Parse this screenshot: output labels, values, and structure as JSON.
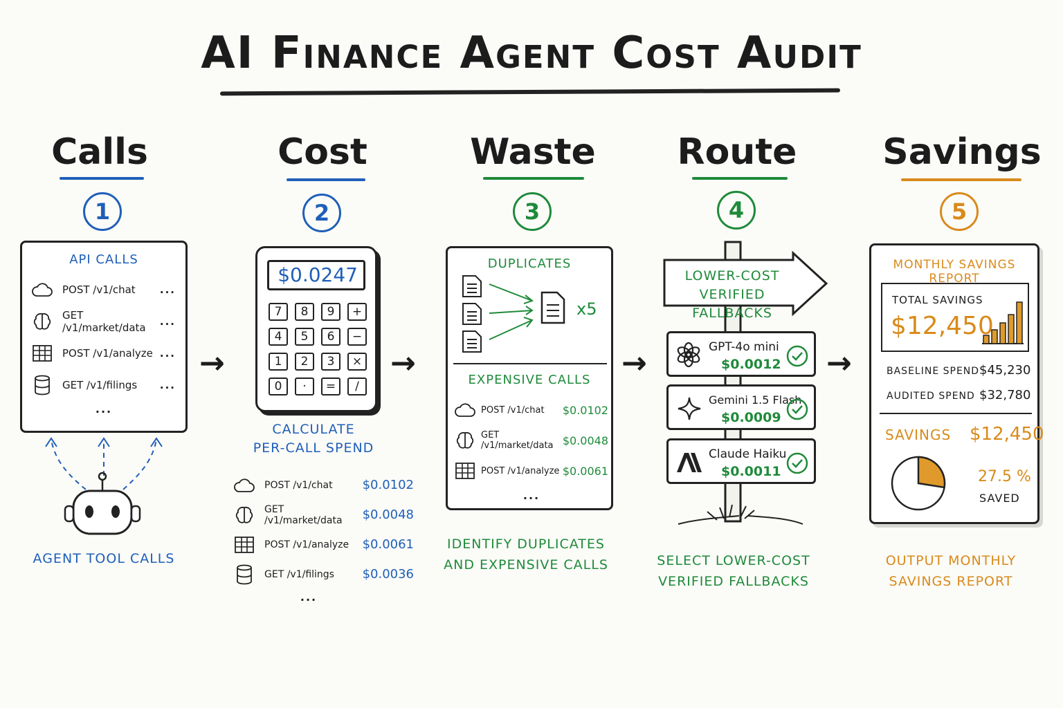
{
  "title": "AI Finance Agent Cost Audit",
  "steps": [
    {
      "title": "Calls",
      "number": "1",
      "caption": "AGENT TOOL CALLS"
    },
    {
      "title": "Cost",
      "number": "2",
      "caption_line1": "CALCULATE",
      "caption_line2": "PER-CALL SPEND"
    },
    {
      "title": "Waste",
      "number": "3",
      "caption_line1": "IDENTIFY DUPLICATES",
      "caption_line2": "AND EXPENSIVE CALLS"
    },
    {
      "title": "Route",
      "number": "4",
      "caption_line1": "SELECT LOWER-COST",
      "caption_line2": "VERIFIED FALLBACKS"
    },
    {
      "title": "Savings",
      "number": "5",
      "caption_line1": "OUTPUT MONTHLY",
      "caption_line2": "SAVINGS REPORT"
    }
  ],
  "api_calls": {
    "heading": "API CALLS",
    "items": [
      {
        "icon": "cloud-icon",
        "label": "POST /v1/chat",
        "more": "..."
      },
      {
        "icon": "brain-icon",
        "label": "GET /v1/market/data",
        "more": "..."
      },
      {
        "icon": "table-icon",
        "label": "POST /v1/analyze",
        "more": "..."
      },
      {
        "icon": "database-icon",
        "label": "GET /v1/filings",
        "more": "..."
      }
    ],
    "ellipsis": "..."
  },
  "calculator": {
    "display": "$0.0247",
    "keys": [
      "7",
      "8",
      "9",
      "+",
      "4",
      "5",
      "6",
      "−",
      "1",
      "2",
      "3",
      "×",
      "0",
      "·",
      "=",
      "/"
    ]
  },
  "per_call_spend": {
    "items": [
      {
        "icon": "cloud-icon",
        "label": "POST /v1/chat",
        "cost": "$0.0102"
      },
      {
        "icon": "brain-icon",
        "label": "GET /v1/market/data",
        "cost": "$0.0048"
      },
      {
        "icon": "table-icon",
        "label": "POST /v1/analyze",
        "cost": "$0.0061"
      },
      {
        "icon": "database-icon",
        "label": "GET /v1/filings",
        "cost": "$0.0036"
      }
    ],
    "ellipsis": "..."
  },
  "waste": {
    "duplicates_heading": "DUPLICATES",
    "duplicate_count": "x5",
    "expensive_heading": "EXPENSIVE CALLS",
    "items": [
      {
        "icon": "cloud-icon",
        "label": "POST /v1/chat",
        "cost": "$0.0102"
      },
      {
        "icon": "brain-icon",
        "label": "GET /v1/market/data",
        "cost": "$0.0048"
      },
      {
        "icon": "table-icon",
        "label": "POST /v1/analyze",
        "cost": "$0.0061"
      }
    ],
    "ellipsis": "..."
  },
  "route": {
    "sign_line1": "LOWER-COST",
    "sign_line2": "VERIFIED FALLBACKS",
    "fallbacks": [
      {
        "icon": "openai-icon",
        "name": "GPT-4o mini",
        "price": "$0.0012"
      },
      {
        "icon": "sparkle-icon",
        "name": "Gemini 1.5 Flash",
        "price": "$0.0009"
      },
      {
        "icon": "anthropic-icon",
        "name": "Claude Haiku",
        "price": "$0.0011"
      }
    ]
  },
  "report": {
    "heading": "MONTHLY SAVINGS REPORT",
    "total_label": "TOTAL SAVINGS",
    "total_value": "$12,450",
    "baseline_label": "BASELINE SPEND",
    "baseline_value": "$45,230",
    "audited_label": "AUDITED SPEND",
    "audited_value": "$32,780",
    "savings_label": "SAVINGS",
    "savings_value": "$12,450",
    "percent": "27.5 %",
    "percent_label": "SAVED",
    "saved_fraction": 0.275
  },
  "colors": {
    "blue": "#1f5fb8",
    "green": "#1f8a3a",
    "orange": "#d98a1a",
    "ink": "#1c1c1c"
  }
}
